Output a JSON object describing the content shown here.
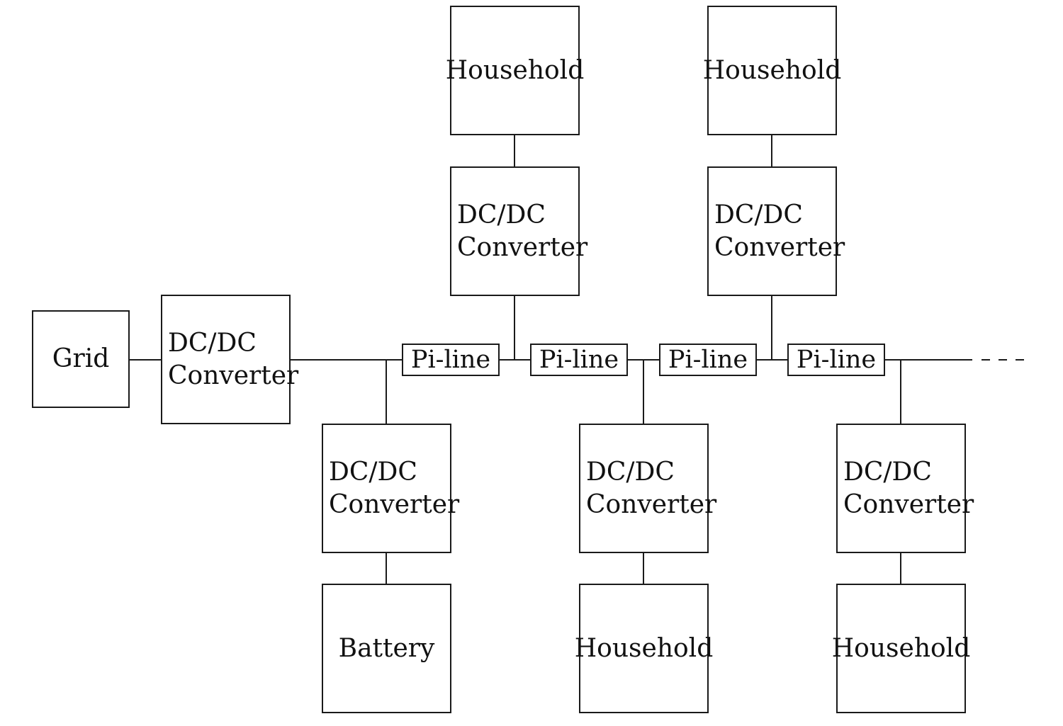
{
  "nodes": {
    "grid": "Grid",
    "grid_converter": [
      "DC/DC",
      "Converter"
    ],
    "battery_converter": [
      "DC/DC",
      "Converter"
    ],
    "battery": "Battery",
    "household_top_1": "Household",
    "converter_top_1": [
      "DC/DC",
      "Converter"
    ],
    "household_top_2": "Household",
    "converter_top_2": [
      "DC/DC",
      "Converter"
    ],
    "converter_bottom_1": [
      "DC/DC",
      "Converter"
    ],
    "household_bottom_1": "Household",
    "converter_bottom_2": [
      "DC/DC",
      "Converter"
    ],
    "household_bottom_2": "Household",
    "pi_lines": [
      "Pi-line",
      "Pi-line",
      "Pi-line",
      "Pi-line"
    ]
  }
}
